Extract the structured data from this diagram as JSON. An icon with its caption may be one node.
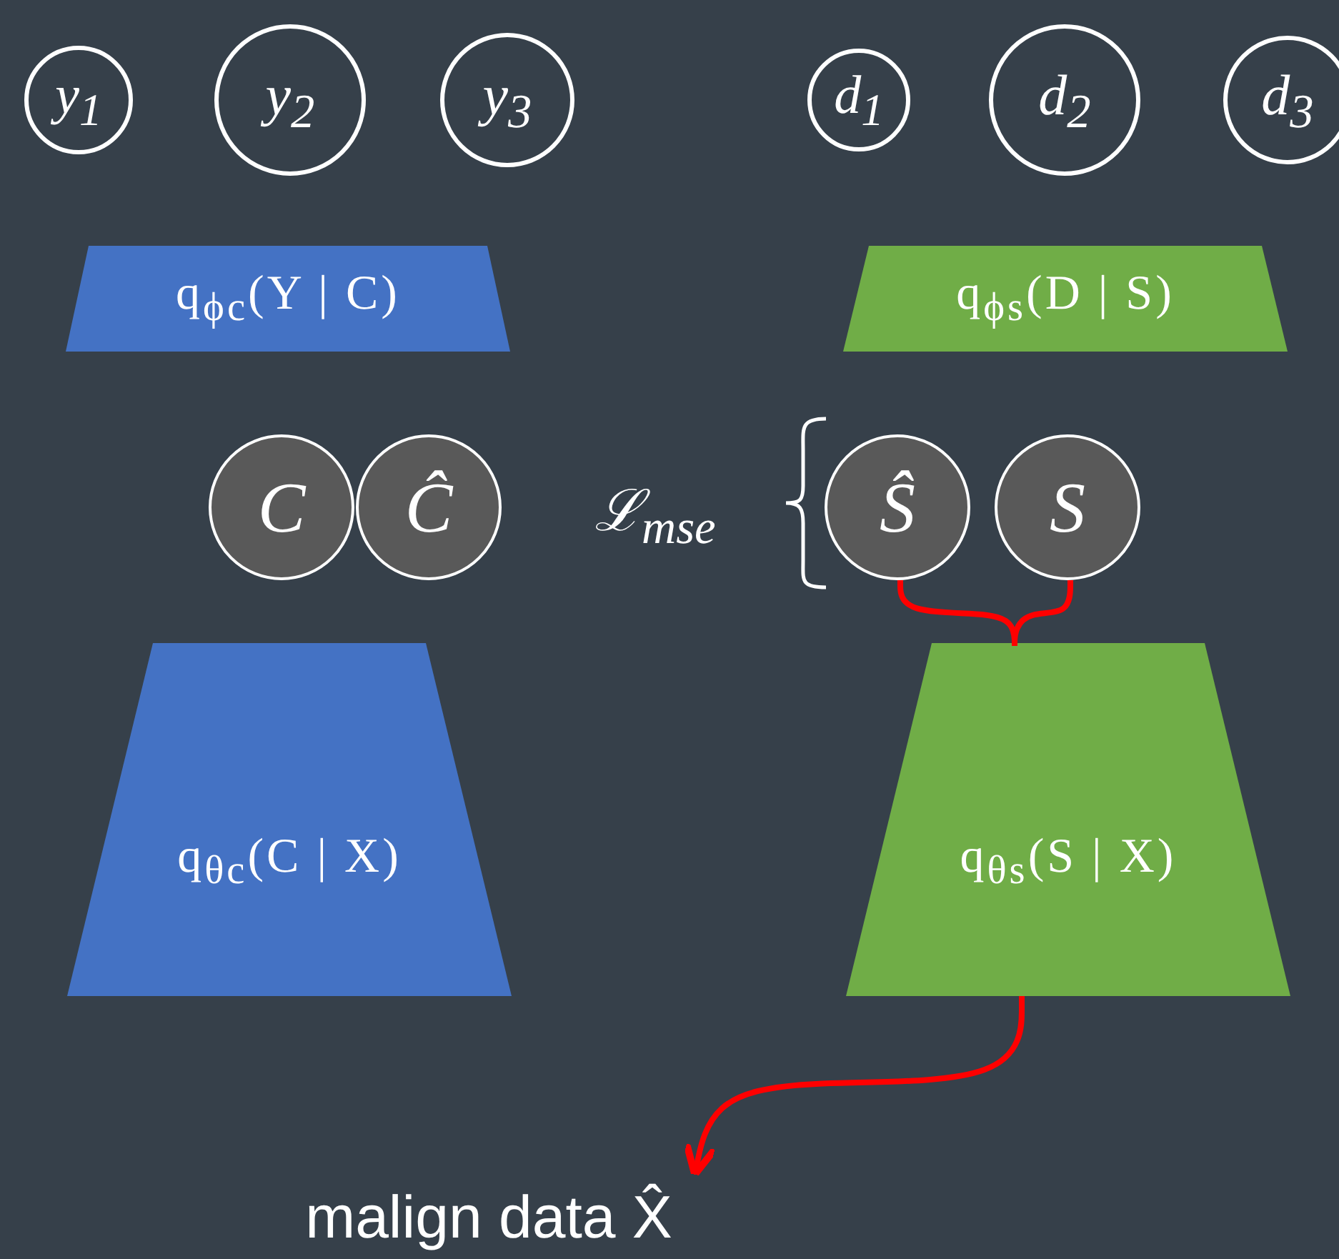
{
  "diagram": {
    "nodes": [
      {
        "text": [
          "y$_{1}$"
        ]
      },
      {
        "text": [
          "y$_{2}$"
        ]
      },
      {
        "text": [
          "y$_{3}$"
        ]
      },
      {
        "text": [
          "d$_{1}$"
        ]
      },
      {
        "text": [
          "d$_{2}$"
        ]
      },
      {
        "text": [
          "d$_{3}$"
        ]
      },
      {
        "text": [
          "q$_{ϕc}$(Y | C)"
        ]
      },
      {
        "text": [
          "q$_{ϕs}$(D | S)"
        ]
      },
      {
        "text": [
          "C"
        ]
      },
      {
        "text": [
          "Ĉ"
        ]
      },
      {
        "text": [
          "Ŝ"
        ]
      },
      {
        "text": [
          "S"
        ]
      },
      {
        "text": [
          "q$_{θc}$(C | X)"
        ]
      },
      {
        "text": [
          "q$_{θs}$(S | X)"
        ]
      },
      {
        "text": [
          "malign data X̂"
        ]
      }
    ],
    "edges": [
      {
        "from": 10,
        "to": 13,
        "arrow": "none"
      },
      {
        "from": 11,
        "to": 13,
        "arrow": "none"
      },
      {
        "from": 13,
        "to": 14,
        "arrow": "to"
      }
    ],
    "labels": [
      "ℒ$_{mse}$"
    ]
  }
}
